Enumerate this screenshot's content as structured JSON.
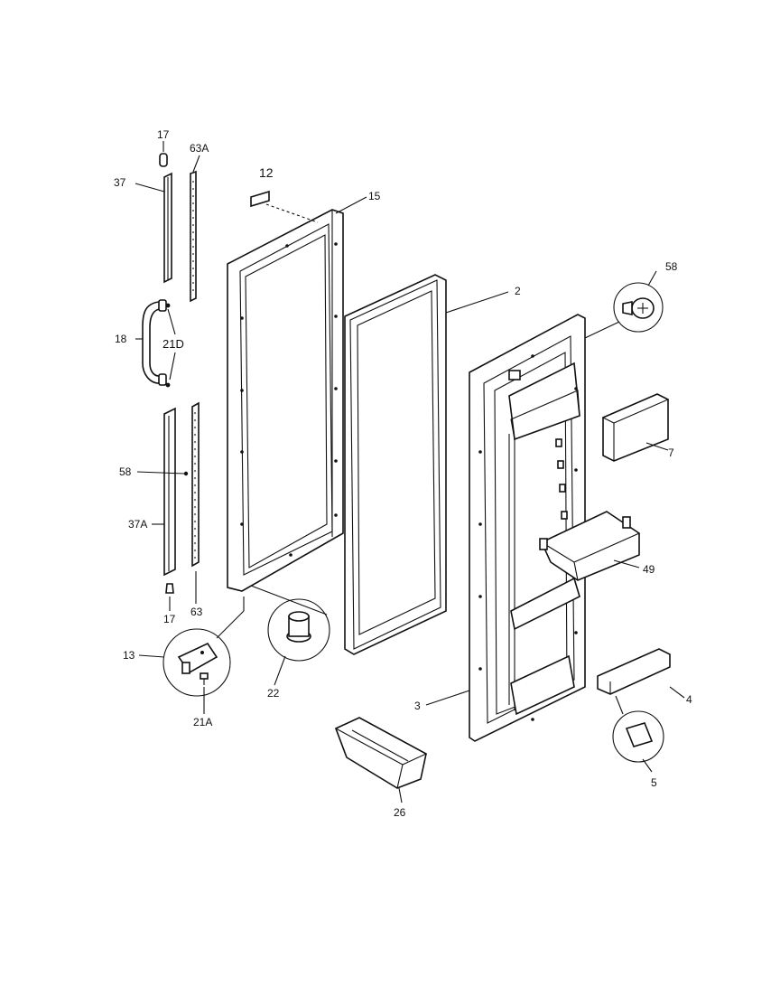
{
  "diagram": {
    "callouts": {
      "c17_top": "17",
      "c63A": "63A",
      "c37": "37",
      "c12": "12",
      "c15": "15",
      "c2": "2",
      "c58_right": "58",
      "c18": "18",
      "c21D": "21D",
      "c7": "7",
      "c58_left": "58",
      "c37A": "37A",
      "c49": "49",
      "c17_bottom": "17",
      "c63": "63",
      "c13": "13",
      "c22": "22",
      "c4": "4",
      "c3": "3",
      "c21A": "21A",
      "c5": "5",
      "c26": "26"
    }
  }
}
